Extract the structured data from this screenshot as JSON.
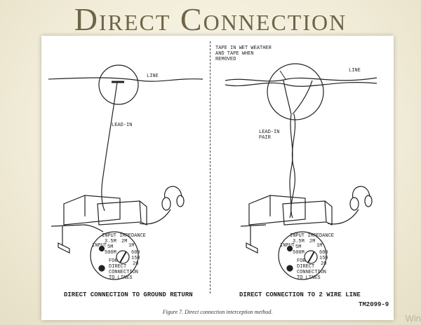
{
  "slide": {
    "title": "Direct Connection",
    "watermark": "Win"
  },
  "figure": {
    "left_panel": {
      "line_label": "LINE",
      "leadin_label": "LEAD-IN",
      "bottom_label": "DIRECT CONNECTION TO GROUND RETURN",
      "dial_title": "INPUT IMPEDANCE",
      "dial_values": [
        "3.5M",
        "2M",
        "1M",
        "5M",
        "600",
        "500M",
        "150",
        "20"
      ],
      "dial_note": "FOR\nDIRECT\nCONNECTION\nTO LINES",
      "jack_label": "INPUT"
    },
    "right_panel": {
      "tape_note": "TAPE IN WET WEATHER\nAND TAPE WHEN\nREMOVED",
      "line_label": "LINE",
      "leadin_label": "LEAD-IN\nPAIR",
      "bottom_label": "DIRECT CONNECTION TO 2 WIRE LINE",
      "dial_title": "INPUT IMPEDANCE",
      "dial_values": [
        "3.5M",
        "2M",
        "1M",
        "5M",
        "600",
        "500M",
        "150",
        "20"
      ],
      "dial_note": "FOR\nDIRECT\nCONNECTION\nTO LINES",
      "jack_label": "INPUT"
    },
    "figure_id": "TM2099-9",
    "caption": "Figure 7.   Direct connection interception method."
  }
}
